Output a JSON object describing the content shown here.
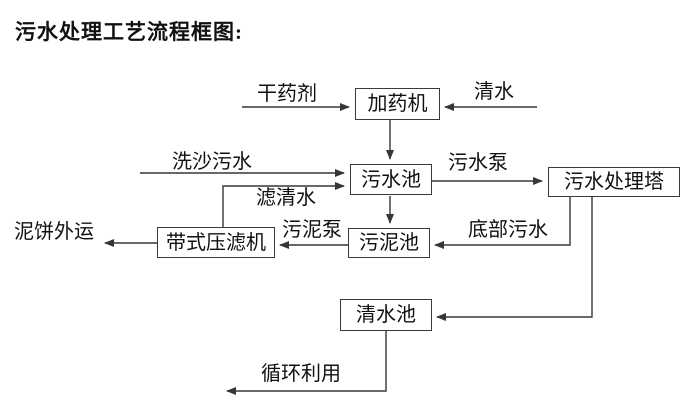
{
  "page": {
    "title": "污水处理工艺流程框图:"
  },
  "colors": {
    "background": "#ffffff",
    "line": "#363636",
    "box_border": "#3a3a3a",
    "text": "#111111"
  },
  "diagram": {
    "type": "flowchart",
    "nodes": {
      "dosing_machine": "加药机",
      "sewage_pool": "污水池",
      "treatment_tower": "污水处理塔",
      "sludge_pool": "污泥池",
      "belt_filter_press": "带式压滤机",
      "clean_water_pool": "清水池"
    },
    "edge_labels": {
      "dry_agent": "干药剂",
      "clean_water": "清水",
      "sand_wash_sewage": "洗沙污水",
      "filtered_water": "滤清水",
      "sewage_pump": "污水泵",
      "bottom_sewage": "底部污水",
      "sludge_pump": "污泥泵",
      "mud_cake_outbound": "泥饼外运",
      "recycle_use": "循环利用"
    }
  }
}
